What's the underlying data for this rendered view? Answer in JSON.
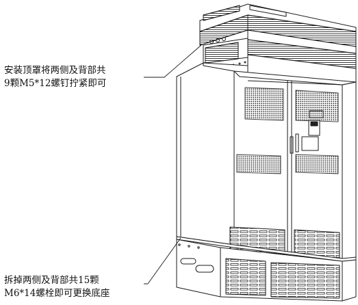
{
  "annotations": {
    "top_cover": {
      "line1": "安装顶罩将两侧及背部共",
      "line2": "9颗M5*12螺钉拧紧即可"
    },
    "base": {
      "line1": "拆掉两侧及背部共15颗",
      "line2": "M6*14螺栓即可更换底座"
    }
  },
  "colors": {
    "line": "#1a1a1a",
    "background": "#ffffff"
  }
}
